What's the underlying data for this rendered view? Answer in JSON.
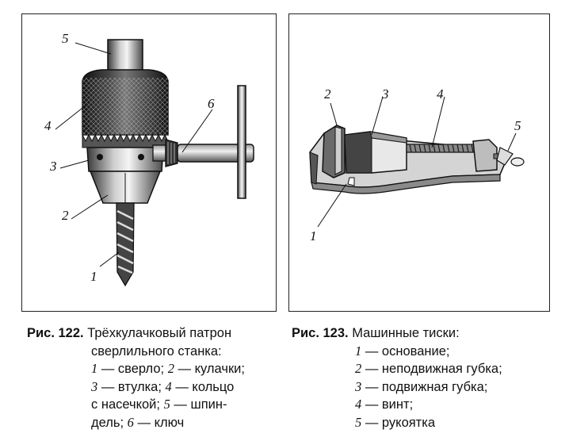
{
  "figure1": {
    "callouts": [
      "1",
      "2",
      "3",
      "4",
      "5",
      "6"
    ],
    "caption": {
      "title": "Рис. 122.",
      "line1": "Трёхкулачковый патрон",
      "line2": "сверлильного станка:",
      "items": [
        {
          "num": "1",
          "text": " — сверло; "
        },
        {
          "num": "2",
          "text": " — кулачки;"
        },
        {
          "num": "3",
          "text": " — втулка; "
        },
        {
          "num": "4",
          "text": " — кольцо"
        },
        {
          "text": "с насечкой; "
        },
        {
          "num": "5",
          "text": " — шпин-"
        },
        {
          "text": "дель; "
        },
        {
          "num": "6",
          "text": " — ключ"
        }
      ]
    }
  },
  "figure2": {
    "callouts": [
      "1",
      "2",
      "3",
      "4",
      "5"
    ],
    "caption": {
      "title": "Рис. 123.",
      "line1": "Машинные тиски:",
      "items": [
        {
          "num": "1",
          "text": " — основание;"
        },
        {
          "num": "2",
          "text": " — неподвижная губка;"
        },
        {
          "num": "3",
          "text": " — подвижная губка;"
        },
        {
          "num": "4",
          "text": " — винт;"
        },
        {
          "num": "5",
          "text": " — рукоятка"
        }
      ]
    }
  }
}
